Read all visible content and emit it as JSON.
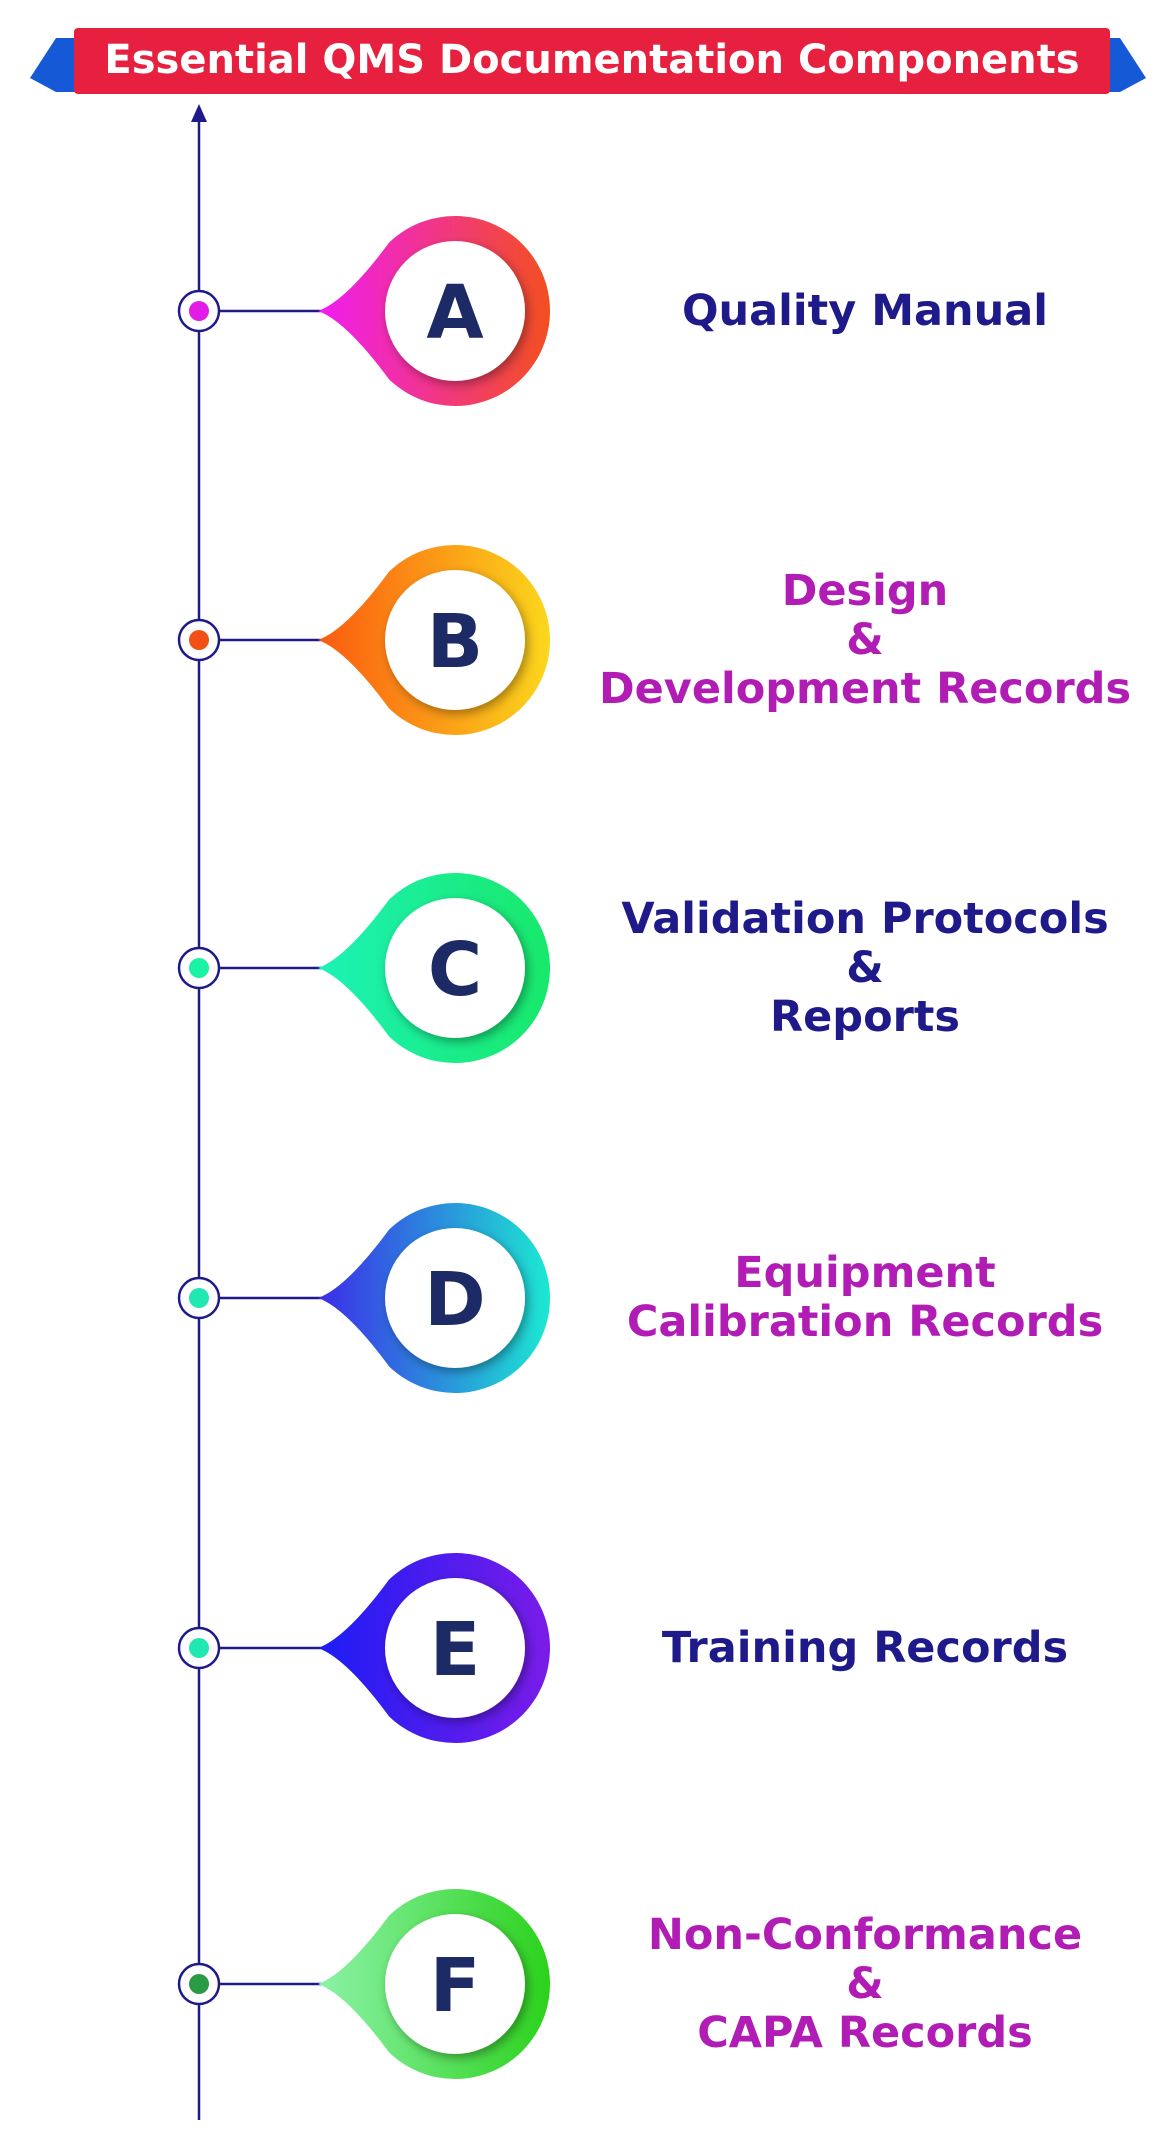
{
  "title": "Essential QMS Documentation Components",
  "colors": {
    "banner": "#e8203f",
    "ribbon": "#1659d6",
    "navy": "#1f1a8a",
    "magenta": "#b11cb4",
    "letter": "#1c2a66"
  },
  "items": [
    {
      "letter": "A",
      "lines": [
        "Quality Manual"
      ],
      "text_color": "#1f1a8a",
      "gradient": [
        "#f01cf2",
        "#f24f1f"
      ],
      "dot_color": "#e01ce6"
    },
    {
      "letter": "B",
      "lines": [
        "Design",
        "&",
        "Development Records"
      ],
      "text_color": "#b11cb4",
      "gradient": [
        "#fb5a10",
        "#fbd71c"
      ],
      "dot_color": "#f25015"
    },
    {
      "letter": "C",
      "lines": [
        "Validation Protocols",
        "&",
        "Reports"
      ],
      "text_color": "#1f1a8a",
      "gradient": [
        "#1cf2b6",
        "#18e86a"
      ],
      "dot_color": "#1cf2a4"
    },
    {
      "letter": "D",
      "lines": [
        "Equipment",
        "Calibration Records"
      ],
      "text_color": "#b11cb4",
      "gradient": [
        "#3b2ce8",
        "#1ce8d2"
      ],
      "dot_color": "#20e8b0"
    },
    {
      "letter": "E",
      "lines": [
        "Training Records"
      ],
      "text_color": "#1f1a8a",
      "gradient": [
        "#1c1cf5",
        "#7a1ce8"
      ],
      "dot_color": "#20e8b0"
    },
    {
      "letter": "F",
      "lines": [
        "Non-Conformance",
        "&",
        "CAPA Records"
      ],
      "text_color": "#b11cb4",
      "gradient": [
        "#8cf2a8",
        "#2cd21c"
      ],
      "dot_color": "#2a9a44"
    }
  ]
}
